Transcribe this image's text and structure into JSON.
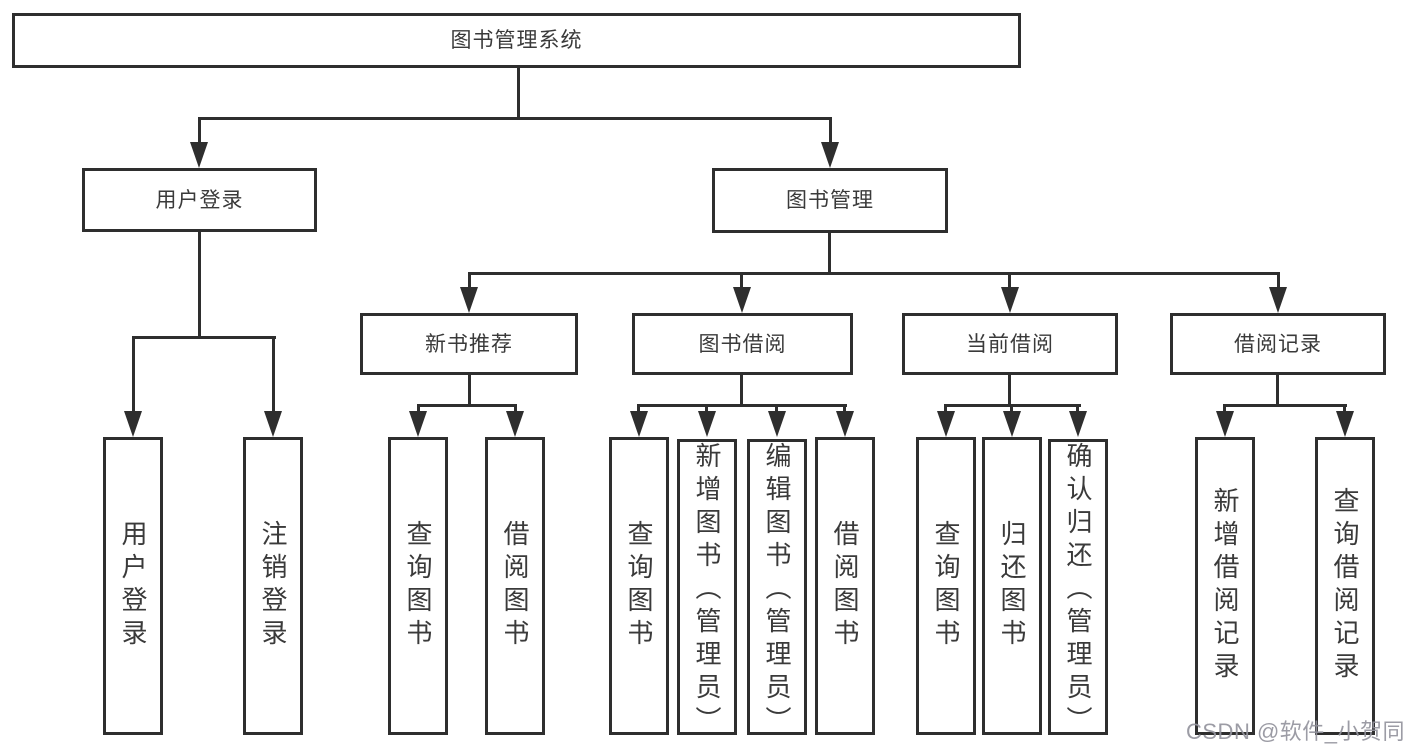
{
  "root": {
    "label": "图书管理系统"
  },
  "branches": [
    {
      "label": "用户登录",
      "children": [
        {
          "label": "用户登录"
        },
        {
          "label": "注销登录"
        }
      ]
    },
    {
      "label": "图书管理",
      "children": [
        {
          "label": "新书推荐",
          "children": [
            {
              "label": "查询图书"
            },
            {
              "label": "借阅图书"
            }
          ]
        },
        {
          "label": "图书借阅",
          "children": [
            {
              "label": "查询图书"
            },
            {
              "label": "新增图书（管理员）"
            },
            {
              "label": "编辑图书（管理员）"
            },
            {
              "label": "借阅图书"
            }
          ]
        },
        {
          "label": "当前借阅",
          "children": [
            {
              "label": "查询图书"
            },
            {
              "label": "归还图书"
            },
            {
              "label": "确认归还（管理员）"
            }
          ]
        },
        {
          "label": "借阅记录",
          "children": [
            {
              "label": "新增借阅记录"
            },
            {
              "label": "查询借阅记录"
            }
          ]
        }
      ]
    }
  ],
  "watermark": {
    "text": "CSDN @软件_小贺同学",
    "color": "#94949d"
  },
  "colors": {
    "line": "#2e2e2e",
    "box_border": "#2e2e2e",
    "text": "#3a3a3a",
    "background": "#ffffff"
  }
}
